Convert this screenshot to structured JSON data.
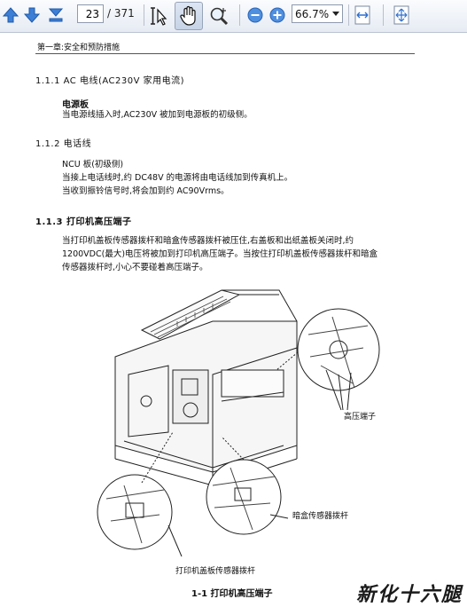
{
  "toolbar": {
    "page_current": "23",
    "page_total": "/ 371",
    "zoom_value": "66.7%",
    "icons": [
      "arrow-up-icon",
      "arrow-down-icon",
      "last-page-icon",
      "select-text-icon",
      "hand-icon",
      "zoom-tool-icon",
      "zoom-out-icon",
      "zoom-in-icon",
      "fit-width-icon",
      "fit-page-icon"
    ]
  },
  "document": {
    "chapter_header": "第一章:安全和预防措施",
    "section_1": {
      "heading": "1.1.1 AC 电线(AC230V 家用电流)",
      "subheading": "电源板",
      "lines": [
        "当电源线插入时,AC230V 被加到电源板的初级侧。"
      ]
    },
    "section_2": {
      "heading": "1.1.2 电话线",
      "subheading": "NCU 板(初级侧)",
      "lines": [
        "当接上电话线时,约 DC48V 的电源将由电话线加到传真机上。",
        "当收到振铃信号时,将会加到约 AC90Vrms。"
      ]
    },
    "section_3": {
      "heading": "1.1.3 打印机高压端子",
      "lines": [
        "当打印机盖板传感器拨杆和暗盒传感器拨杆被压住,右盖板和出纸盖板关闭时,约",
        "1200VDC(最大)电压将被加到打印机高压端子。当按住打印机盖板传感器拨杆和暗盒",
        "传感器拨杆时,小心不要碰着高压端子。"
      ]
    },
    "figure": {
      "label_hv": "高压端子",
      "label_cartridge": "暗盒传感器拨杆",
      "label_cover": "打印机盖板传感器拨杆",
      "caption": "1-1 打印机高压端子"
    },
    "watermark": "新化十六腿"
  }
}
